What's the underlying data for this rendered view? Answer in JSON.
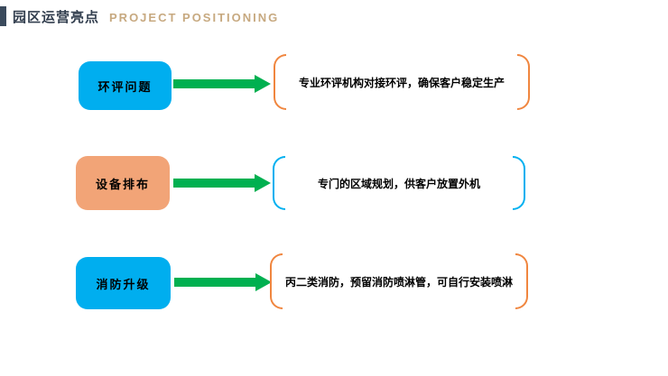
{
  "header": {
    "title_zh": "园区运营亮点",
    "title_en": "PROJECT POSITIONING"
  },
  "colors": {
    "accent_bar": "#3A4A5C",
    "title_text": "#333F4F",
    "subtitle_text": "#C7A980",
    "arrow_green": "#00B050",
    "box_blue": "#00AEEF",
    "box_orange": "#F2A477",
    "bracket_orange": "#F0863F",
    "bracket_blue": "#00B0F0"
  },
  "rows": [
    {
      "label": "环评问题",
      "desc": "专业环评机构对接环评，确保客户稳定生产",
      "box_color": "#00AEEF",
      "bracket_color": "#F0863F"
    },
    {
      "label": "设备排布",
      "desc": "专门的区域规划，供客户放置外机",
      "box_color": "#F2A477",
      "bracket_color": "#00B0F0"
    },
    {
      "label": "消防升级",
      "desc": "丙二类消防，预留消防喷淋管，可自行安装喷淋",
      "box_color": "#00AEEF",
      "bracket_color": "#F0863F"
    }
  ]
}
